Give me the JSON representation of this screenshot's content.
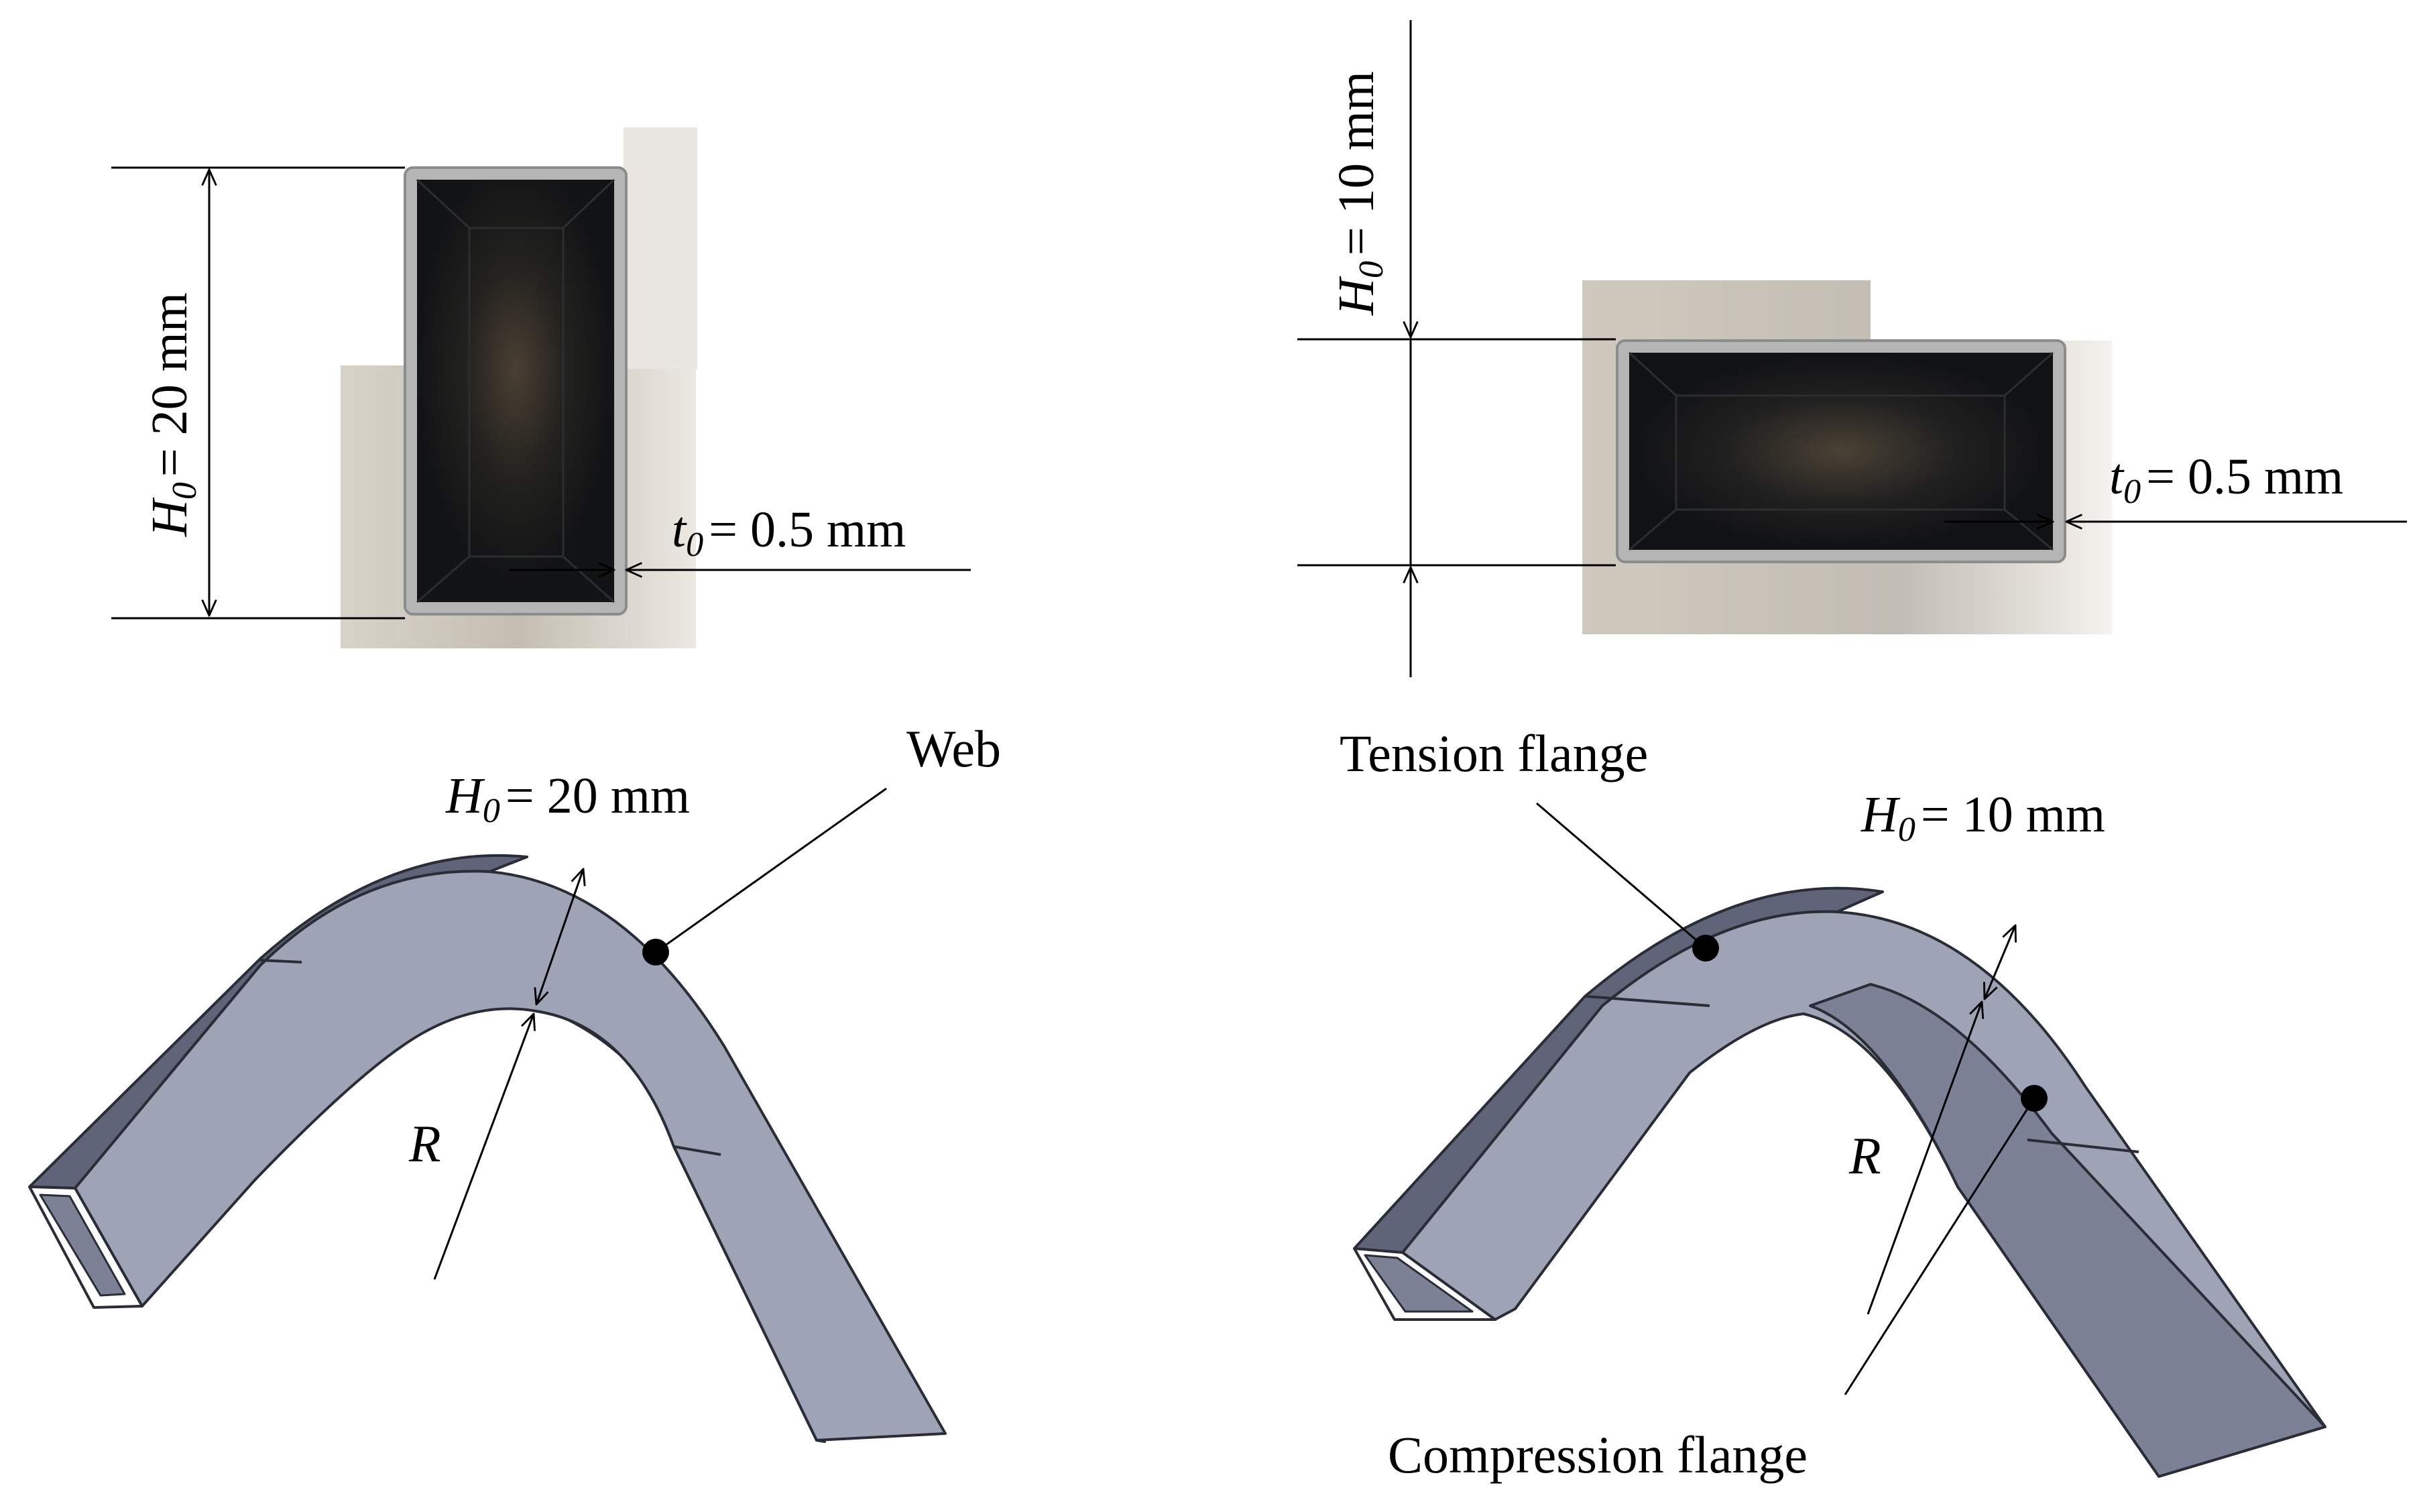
{
  "colors": {
    "beam_top": "#5f6478",
    "beam_side": "#9ea3b6",
    "beam_inner": "#7c8196",
    "beam_edge": "#2a2c36",
    "photo_inner": "#16181a",
    "photo_wall": "#b7b7b7",
    "photo_bg": "#c9c3b8",
    "line": "#000000"
  },
  "left_section": {
    "height_symbol": "H",
    "height_sub": "0",
    "height_value": "= 20 mm",
    "thickness_symbol": "t",
    "thickness_sub": "0",
    "thickness_value": "= 0.5 mm"
  },
  "right_section": {
    "height_symbol": "H",
    "height_sub": "0",
    "height_value": "= 10 mm",
    "thickness_symbol": "t",
    "thickness_sub": "0",
    "thickness_value": "= 0.5 mm"
  },
  "left_beam": {
    "height_symbol": "H",
    "height_sub": "0",
    "height_value": "= 20 mm",
    "web_label": "Web",
    "radius_label": "R"
  },
  "right_beam": {
    "height_symbol": "H",
    "height_sub": "0",
    "height_value": "= 10 mm",
    "tension_label": "Tension flange",
    "compression_label": "Compression flange",
    "radius_label": "R"
  }
}
